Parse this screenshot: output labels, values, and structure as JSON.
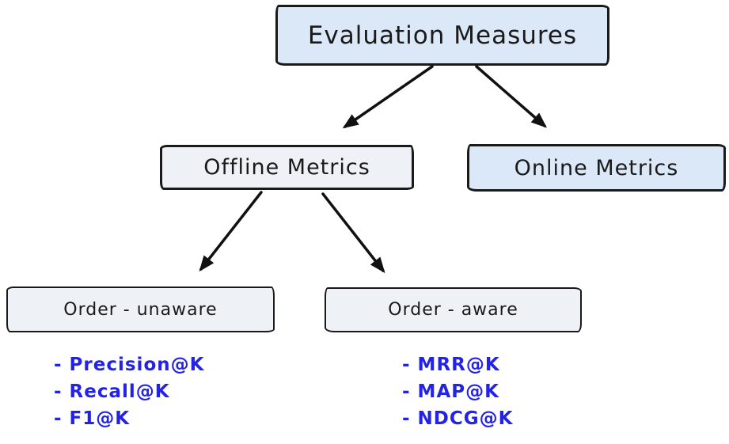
{
  "diagram": {
    "nodes": {
      "root": {
        "label": "Evaluation Measures"
      },
      "offline": {
        "label": "Offline Metrics"
      },
      "online": {
        "label": "Online Metrics"
      },
      "order_unaware": {
        "label": "Order - unaware"
      },
      "order_aware": {
        "label": "Order - aware"
      }
    },
    "lists": {
      "order_unaware": {
        "items": [
          "- Precision@K",
          "- Recall@K",
          "- F1@K"
        ]
      },
      "order_aware": {
        "items": [
          "- MRR@K",
          "- MAP@K",
          "- NDCG@K"
        ]
      }
    },
    "edges": [
      "Evaluation Measures -> Offline Metrics",
      "Evaluation Measures -> Online Metrics",
      "Offline Metrics -> Order - unaware",
      "Offline Metrics -> Order - aware"
    ],
    "colors": {
      "box_fill_blue": "#dbe8f7",
      "box_fill_gray": "#eef1f5",
      "stroke": "#1a1a1a",
      "list_text": "#2323e8",
      "background": "#ffffff"
    }
  }
}
